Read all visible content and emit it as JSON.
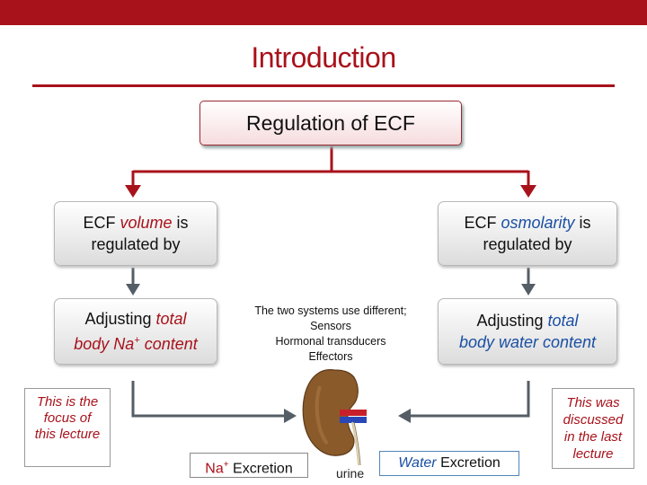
{
  "title": "Introduction",
  "root": "Regulation of ECF",
  "left_branch": {
    "head_pre": "ECF ",
    "head_em": "volume",
    "head_post": " is",
    "head_line2": "regulated by",
    "adjust_pre": "Adjusting ",
    "adjust_em": "total",
    "adjust_line2": "body Na",
    "adjust_sup": "+",
    "adjust_post": " content"
  },
  "right_branch": {
    "head_pre": "ECF ",
    "head_em": "osmolarity",
    "head_post": " is",
    "head_line2": "regulated by",
    "adjust_pre": "Adjusting ",
    "adjust_em": "total",
    "adjust_line2": "body water content"
  },
  "center_note": {
    "line1": "The two systems use different;",
    "line2": "Sensors",
    "line3": "Hormonal transducers",
    "line4": "Effectors"
  },
  "focus_note": [
    "This is the",
    "focus of",
    "this lecture"
  ],
  "discussed_note": [
    "This was",
    "discussed",
    "in the last",
    "lecture"
  ],
  "na_excretion": {
    "prefix": "Na",
    "sup": "+",
    "label": " Excretion"
  },
  "water_excretion": {
    "prefix": "Water",
    "label": " Excretion"
  },
  "urine": "urine",
  "colors": {
    "accent": "#a8121b",
    "blue": "#1a4fa3",
    "arrow_gray": "#555e66",
    "kidney": "#8a5a2b"
  }
}
